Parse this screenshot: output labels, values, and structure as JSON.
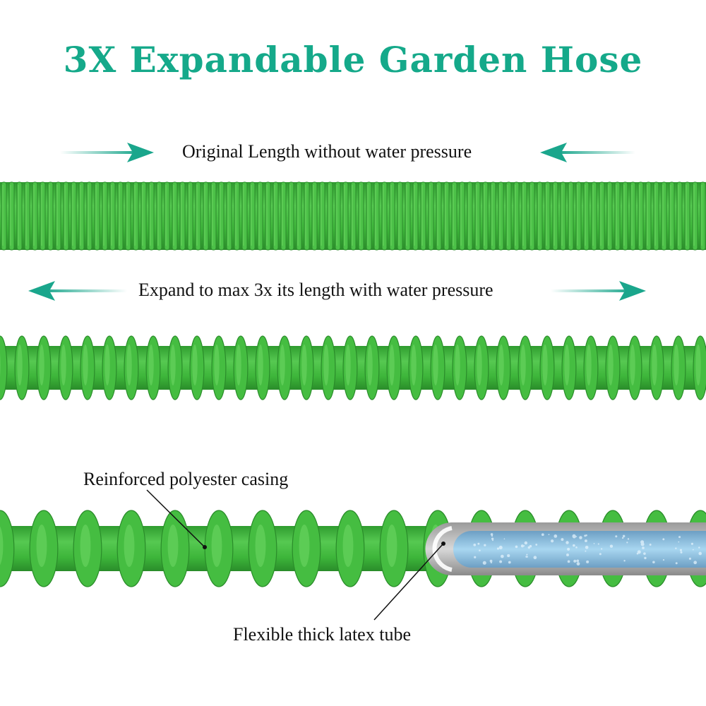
{
  "title": "3X Expandable Garden Hose",
  "captions": {
    "original": "Original Length without water pressure",
    "expanded": "Expand to max 3x its length with water pressure",
    "casing": "Reinforced polyester casing",
    "tube": "Flexible thick latex tube"
  },
  "colors": {
    "title": "#15a98a",
    "arrow": "#1aa68c",
    "hose": "#3cb23a",
    "hose_dark": "#2a8f2a",
    "hose_light": "#5fd15a",
    "tube": "#8fc3e6"
  },
  "icons": [
    "arrow-right-icon",
    "arrow-left-icon"
  ]
}
